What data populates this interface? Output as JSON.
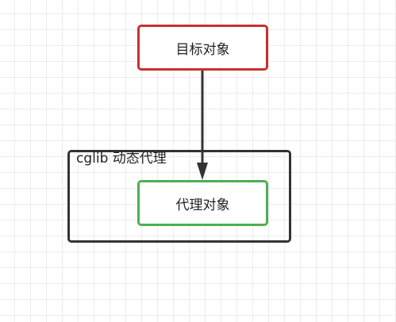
{
  "diagram": {
    "container": {
      "label": "cglib 动态代理",
      "border_color": "#333333"
    },
    "nodes": {
      "target": {
        "label": "目标对象",
        "border_color": "#c9302c"
      },
      "proxy": {
        "label": "代理对象",
        "border_color": "#4caf50"
      }
    },
    "edges": [
      {
        "from": "target",
        "to": "proxy",
        "color": "#333333"
      }
    ]
  }
}
